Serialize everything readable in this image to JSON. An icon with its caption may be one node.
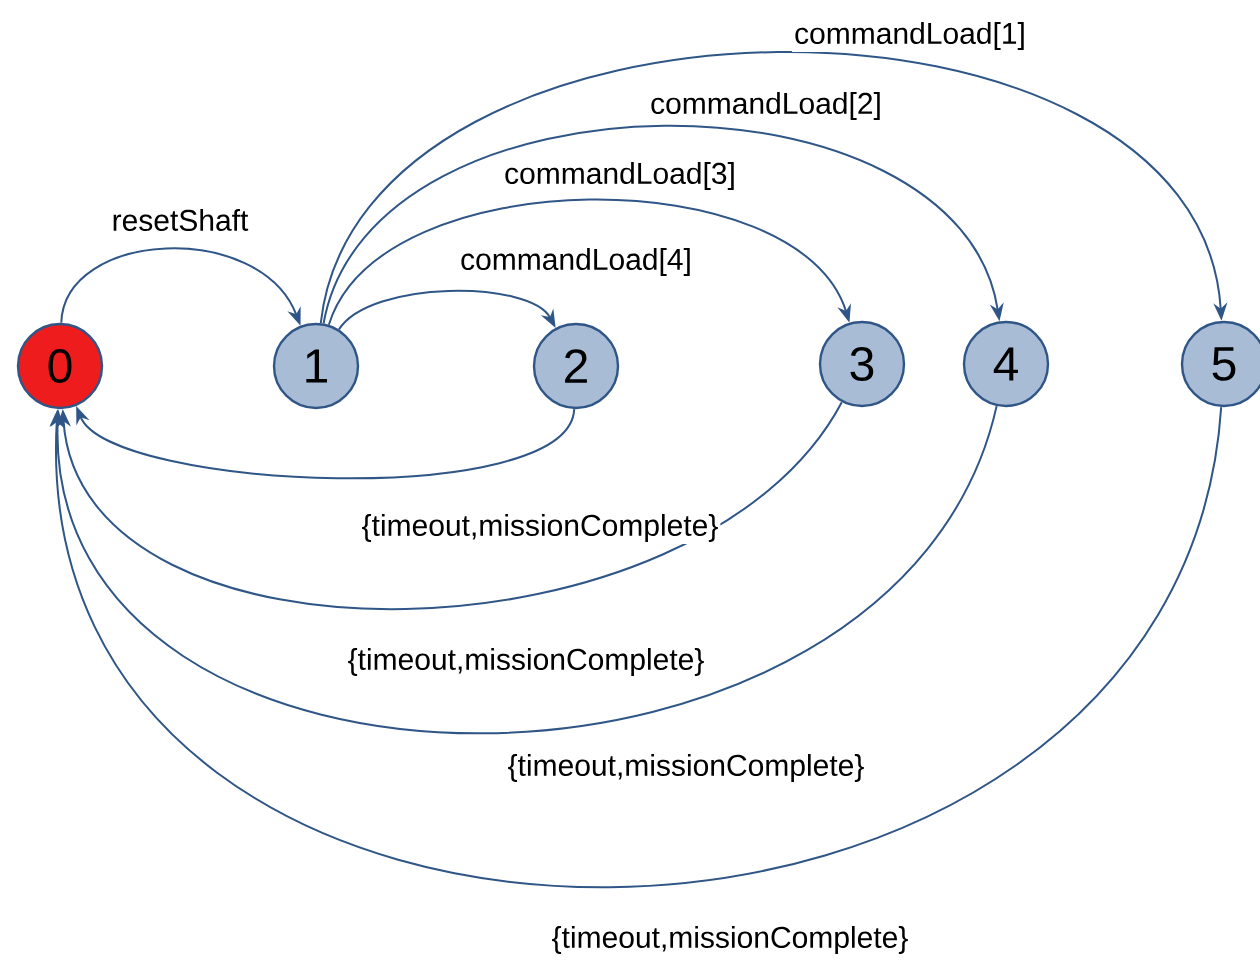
{
  "diagram": {
    "nodes": [
      {
        "text": [
          "0"
        ]
      },
      {
        "text": [
          "1"
        ]
      },
      {
        "text": [
          "2"
        ]
      },
      {
        "text": [
          "3"
        ]
      },
      {
        "text": [
          "4"
        ]
      },
      {
        "text": [
          "5"
        ]
      }
    ],
    "edges": [
      {
        "from": 0,
        "to": 1,
        "arrow": "to",
        "label": "resetShaft"
      },
      {
        "from": 1,
        "to": 2,
        "arrow": "to",
        "label": "commandLoad[4]"
      },
      {
        "from": 1,
        "to": 3,
        "arrow": "to",
        "label": "commandLoad[3]"
      },
      {
        "from": 1,
        "to": 4,
        "arrow": "to",
        "label": "commandLoad[2]"
      },
      {
        "from": 1,
        "to": 5,
        "arrow": "to",
        "label": "commandLoad[1]"
      },
      {
        "from": 2,
        "to": 0,
        "arrow": "to",
        "label": "{timeout,missionComplete}"
      },
      {
        "from": 3,
        "to": 0,
        "arrow": "to",
        "label": "{timeout,missionComplete}"
      },
      {
        "from": 4,
        "to": 0,
        "arrow": "to",
        "label": "{timeout,missionComplete}"
      },
      {
        "from": 5,
        "to": 0,
        "arrow": "to",
        "label": "{timeout,missionComplete}"
      }
    ]
  }
}
